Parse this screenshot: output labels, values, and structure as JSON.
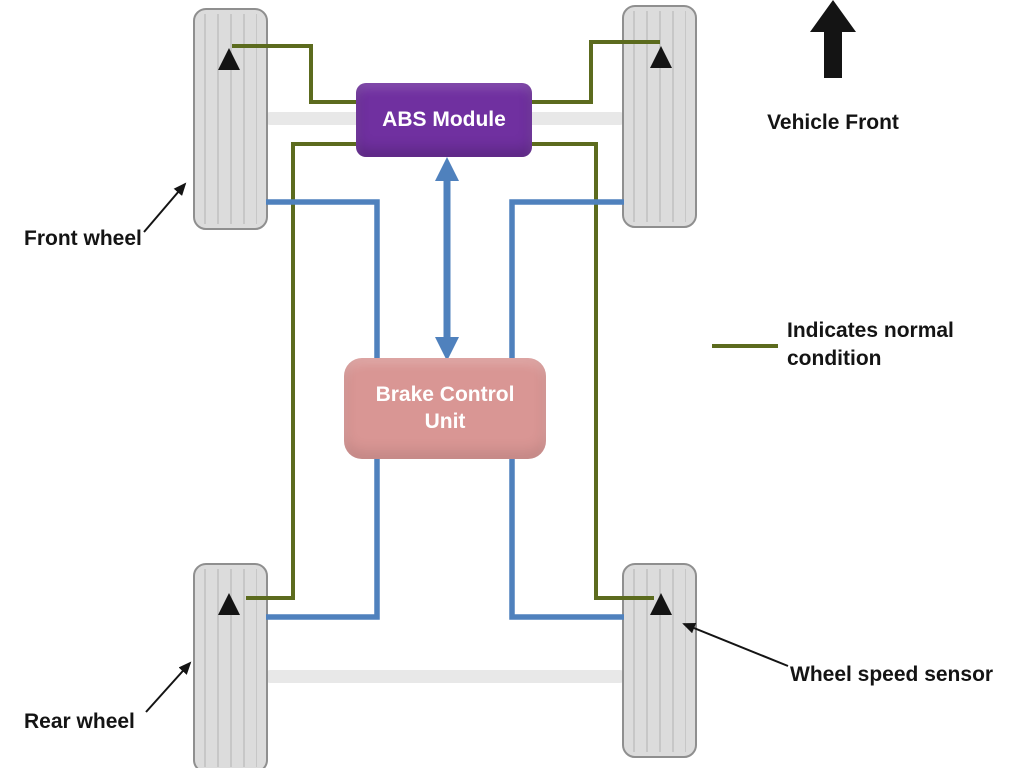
{
  "colors": {
    "purple": "#7030a0",
    "salmon": "#d99694",
    "blue": "#4f81bd",
    "olive": "#5c6b1e",
    "wheel-fill": "#dcdcdc",
    "wheel-border": "#8f8f8f",
    "axle": "#e8e8e8",
    "ink": "#141414"
  },
  "nodes": {
    "abs_module": {
      "label": "ABS Module"
    },
    "brake_control_unit": {
      "label": "Brake Control Unit"
    }
  },
  "labels": {
    "front_wheel": "Front wheel",
    "rear_wheel": "Rear wheel",
    "vehicle_front": "Vehicle Front",
    "wheel_speed_sensor": "Wheel speed sensor"
  },
  "legend": {
    "normal_condition_label": "Indicates normal condition"
  }
}
